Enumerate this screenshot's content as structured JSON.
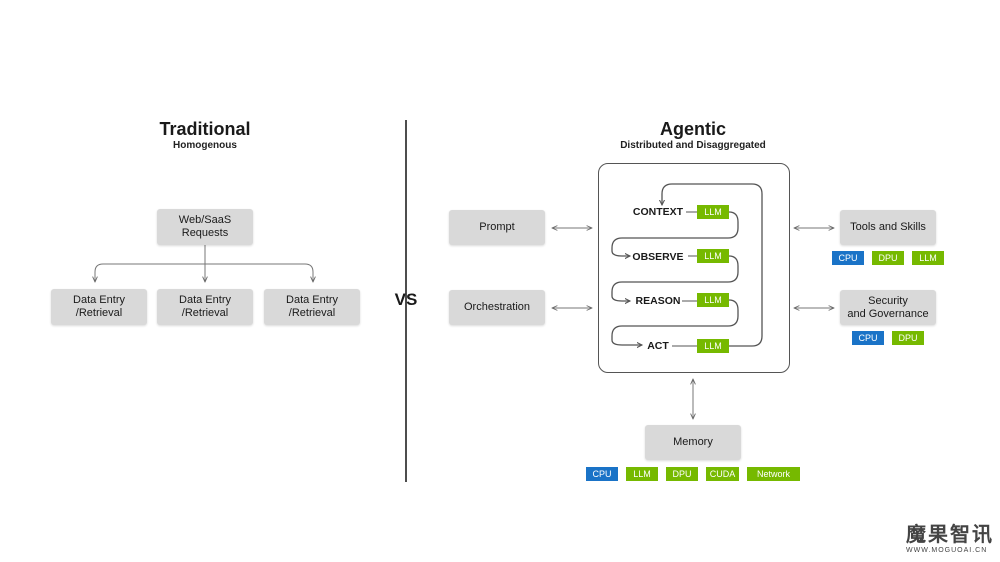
{
  "traditional": {
    "title": "Traditional",
    "subtitle": "Homogenous",
    "root": "Web/SaaS\nRequests",
    "leaves": [
      "Data Entry\n/Retrieval",
      "Data Entry\n/Retrieval",
      "Data Entry\n/Retrieval"
    ]
  },
  "vs_label": "VS",
  "agentic": {
    "title": "Agentic",
    "subtitle": "Distributed and Disaggregated",
    "left_inputs": [
      "Prompt",
      "Orchestration"
    ],
    "loop_stages": [
      {
        "label": "CONTEXT",
        "tag": "LLM"
      },
      {
        "label": "OBSERVE",
        "tag": "LLM"
      },
      {
        "label": "REASON",
        "tag": "LLM"
      },
      {
        "label": "ACT",
        "tag": "LLM"
      }
    ],
    "tools": {
      "label": "Tools and Skills",
      "chips": [
        "CPU",
        "DPU",
        "LLM"
      ]
    },
    "security": {
      "label": "Security\nand Governance",
      "chips": [
        "CPU",
        "DPU"
      ]
    },
    "memory": {
      "label": "Memory",
      "chips": [
        "CPU",
        "LLM",
        "DPU",
        "CUDA",
        "Network"
      ]
    }
  },
  "colors": {
    "nvidia_green": "#76b900",
    "blue": "#1a73c7",
    "box_gray": "#d9d9d9"
  },
  "watermark": {
    "main": "魔果智讯",
    "sub": "WWW.MOGUOAI.CN"
  }
}
